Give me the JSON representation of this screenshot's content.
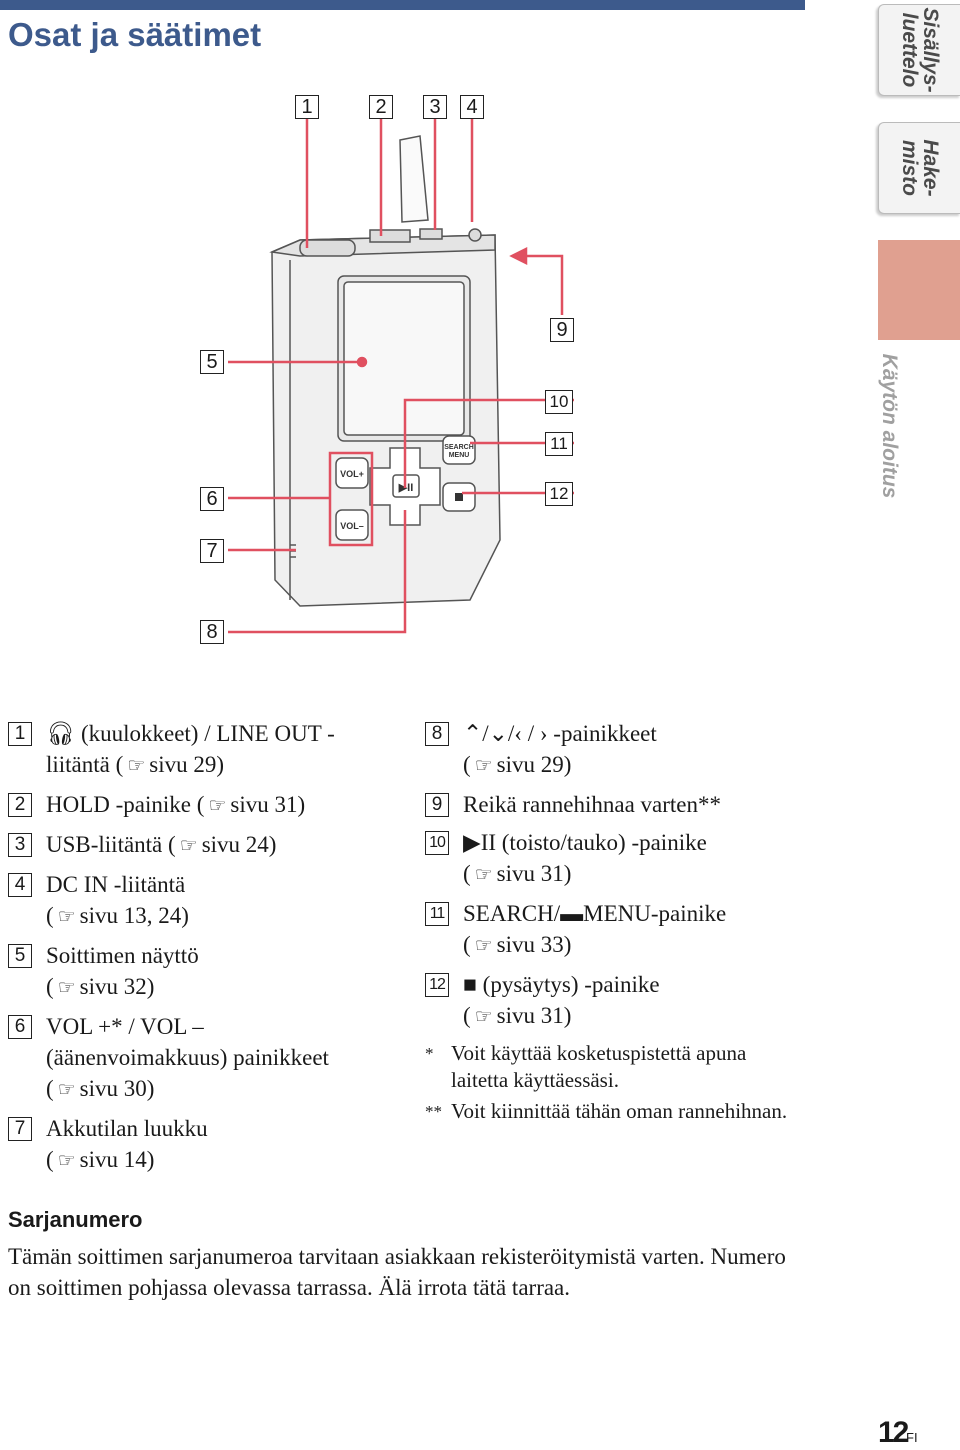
{
  "header": {
    "title": "Osat ja säätimet"
  },
  "side_tabs": {
    "toc": "Sisällys-\nluettelo",
    "index": "Hake-\nmisto",
    "section": "Käytön aloitus"
  },
  "callouts": [
    "1",
    "2",
    "3",
    "4",
    "5",
    "6",
    "7",
    "8",
    "9",
    "10",
    "11",
    "12"
  ],
  "device": {
    "vol_plus": "VOL+",
    "vol_minus": "VOL–",
    "search_menu": "SEARCH\nMENU"
  },
  "items_left": [
    {
      "n": "1",
      "text": "(kuulokkeet) / LINE OUT -",
      "ref": "sivu 29)",
      "pre": "liitäntä ("
    },
    {
      "n": "2",
      "text": "HOLD -painike (",
      "ref": "sivu 31)"
    },
    {
      "n": "3",
      "text": "USB-liitäntä (",
      "ref": "sivu 24)"
    },
    {
      "n": "4",
      "text": "DC IN -liitäntä",
      "ref": "sivu 13, 24)",
      "pre": "("
    },
    {
      "n": "5",
      "text": "Soittimen näyttö",
      "ref": "sivu 32)",
      "pre": "("
    },
    {
      "n": "6",
      "text": "VOL +* / VOL –",
      "line2": "(äänenvoimakkuus) painikkeet",
      "ref": "sivu 30)",
      "pre": "("
    },
    {
      "n": "7",
      "text": "Akkutilan luukku",
      "ref": "sivu 14)",
      "pre": "("
    }
  ],
  "items_right": [
    {
      "n": "8",
      "text": "-painikkeet",
      "ref": "sivu 29)",
      "pre": "("
    },
    {
      "n": "9",
      "text": "Reikä rannehihnaa varten**"
    },
    {
      "n": "10",
      "text": "(toisto/tauko) -painike",
      "ref": "sivu 31)",
      "pre": "("
    },
    {
      "n": "11",
      "text": "SEARCH/",
      "text2": "MENU-painike",
      "ref": "sivu 33)",
      "pre": "("
    },
    {
      "n": "12",
      "text": "(pysäytys) -painike",
      "ref": "sivu 31)",
      "pre": "("
    }
  ],
  "notes": [
    {
      "mark": "*",
      "text": "Voit käyttää kosketuspistettä apuna laitetta käyttäessäsi."
    },
    {
      "mark": "**",
      "text": "Voit kiinnittää tähän oman rannehihnan."
    }
  ],
  "serial": {
    "heading": "Sarjanumero",
    "text": "Tämän soittimen sarjanumeroa tarvitaan asiakkaan rekisteröitymistä varten. Numero on soittimen pohjassa olevassa tarrassa. Älä irrota tätä tarraa."
  },
  "footer": {
    "page": "12",
    "lang": "FI"
  }
}
